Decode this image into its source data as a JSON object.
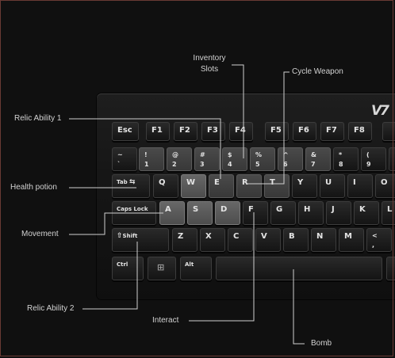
{
  "brand": "V7",
  "annotations": {
    "inventory_slots": "Inventory\nSlots",
    "cycle_weapon": "Cycle Weapon",
    "relic_ability_1": "Relic Ability 1",
    "health_potion": "Health potion",
    "movement": "Movement",
    "relic_ability_2": "Relic Ability 2",
    "interact": "Interact",
    "bomb": "Bomb"
  },
  "keys": {
    "esc": "Esc",
    "f1": "F1",
    "f2": "F2",
    "f3": "F3",
    "f4": "F4",
    "f5": "F5",
    "f6": "F6",
    "f7": "F7",
    "f8": "F8",
    "n1_top": "!",
    "n1": "1",
    "n2_top": "@",
    "n2": "2",
    "n3_top": "#",
    "n3": "3",
    "n4_top": "$",
    "n4": "4",
    "n5_top": "%",
    "n5": "5",
    "n6_top": "^",
    "n6": "6",
    "n7_top": "&",
    "n7": "7",
    "n8_top": "*",
    "n8": "8",
    "n9_top": "(",
    "n9": "9",
    "tilde_top": "~",
    "tilde": "`",
    "tab": "Tab",
    "q": "Q",
    "w": "W",
    "e": "E",
    "r": "R",
    "t": "T",
    "y": "Y",
    "u": "U",
    "i": "I",
    "o": "O",
    "caps": "Caps Lock",
    "a": "A",
    "s": "S",
    "d": "D",
    "f": "F",
    "g": "G",
    "h": "H",
    "j": "J",
    "k": "K",
    "l": "L",
    "shift": "Shift",
    "z": "Z",
    "x": "X",
    "c": "C",
    "v": "V",
    "b": "B",
    "n": "N",
    "m": "M",
    "comma_top": "<",
    "comma": ",",
    "ctrl": "Ctrl",
    "alt": "Alt"
  },
  "colors": {
    "highlight_key": "#5a5a5a",
    "band": "#444444",
    "line": "#cfcfcf",
    "frame": "#6a3a34"
  }
}
